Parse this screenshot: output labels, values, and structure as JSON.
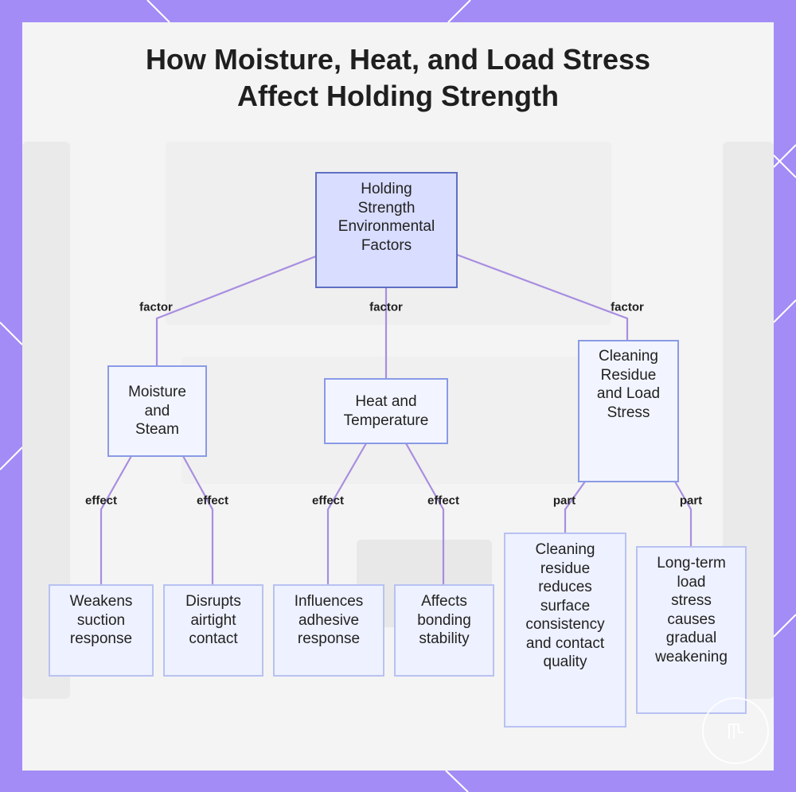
{
  "title": {
    "line1": "How Moisture, Heat, and Load Stress",
    "line2": "Affect Holding Strength"
  },
  "colors": {
    "frame": "#a38cf5",
    "edge": "#a88ee0",
    "root_fill": "#d9ddff",
    "node_fill": "#eef1ff",
    "node_border": "#8a9ae6"
  },
  "nodes": {
    "root": "Holding\nStrength\nEnvironmental\nFactors",
    "moisture": "Moisture\nand\nSteam",
    "heat": "Heat and\nTemperature",
    "cleaning": "Cleaning\nResidue\nand Load\nStress",
    "weakens": "Weakens\nsuction\nresponse",
    "disrupts": "Disrupts\nairtight\ncontact",
    "influences": "Influences\nadhesive\nresponse",
    "affects": "Affects\nbonding\nstability",
    "residue": "Cleaning\nresidue\nreduces\nsurface\nconsistency\nand contact\nquality",
    "longterm": "Long-term\nload\nstress\ncauses\ngradual\nweakening"
  },
  "edge_labels": {
    "root_moisture": "factor",
    "root_heat": "factor",
    "root_cleaning": "factor",
    "moisture_weakens": "effect",
    "moisture_disrupts": "effect",
    "heat_influences": "effect",
    "heat_affects": "effect",
    "cleaning_residue": "part",
    "cleaning_longterm": "part"
  }
}
